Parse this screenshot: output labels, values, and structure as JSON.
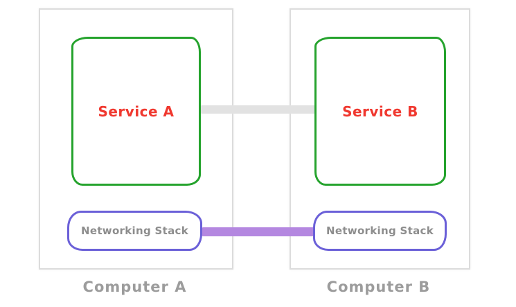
{
  "diagram": {
    "computer_a": {
      "label": "Computer A",
      "service_label": "Service A",
      "network_label": "Networking Stack"
    },
    "computer_b": {
      "label": "Computer B",
      "service_label": "Service B",
      "network_label": "Networking Stack"
    },
    "connections": [
      {
        "name": "service-to-service-link",
        "from": "Service A",
        "to": "Service B",
        "color": "#e2e2e2"
      },
      {
        "name": "network-to-network-link",
        "from": "Networking Stack (Computer A)",
        "to": "Networking Stack (Computer B)",
        "color": "#b487e0"
      }
    ],
    "colors": {
      "service_border": "#25a32d",
      "service_text": "#f0382f",
      "network_border": "#6b60d8",
      "network_text": "#8d8d8d",
      "computer_border": "#dcdcdc",
      "computer_label": "#9c9c9c",
      "service_link": "#e2e2e2",
      "network_link": "#b487e0"
    }
  }
}
